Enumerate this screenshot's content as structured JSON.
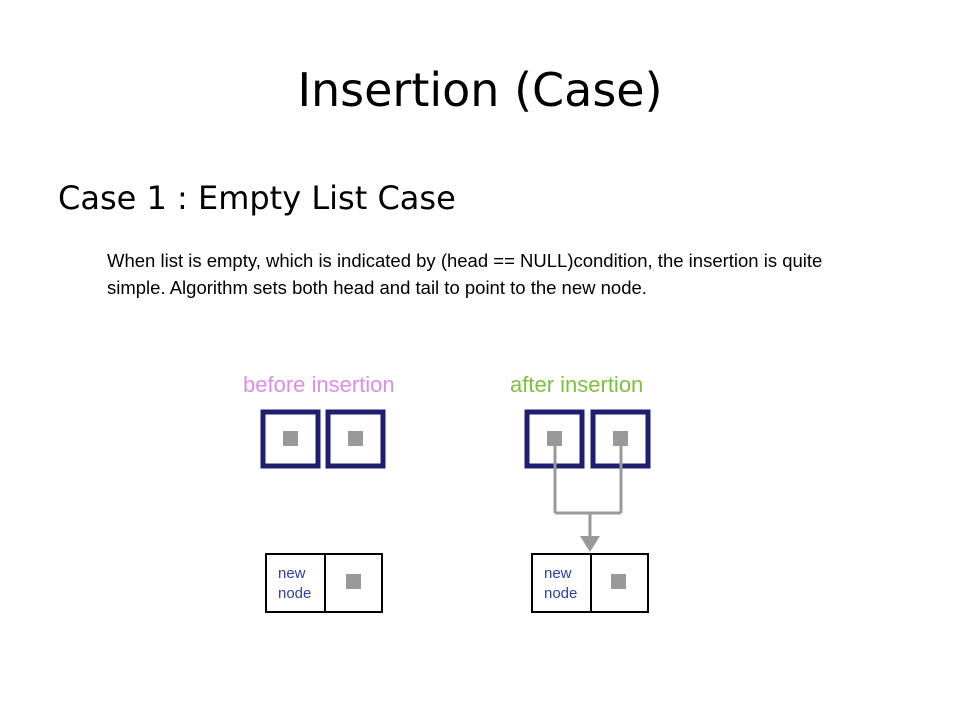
{
  "slide": {
    "title": "Insertion (Case)",
    "subheading": "Case 1 : Empty List Case",
    "description": "When list is empty, which is indicated by (head == NULL)condition, the insertion is quite simple. Algorithm sets both head and tail to point to the new node."
  },
  "diagram": {
    "before_label": "before insertion",
    "after_label": "after insertion",
    "new_node_line1": "new",
    "new_node_line2": "node",
    "colors": {
      "before_label": "#d98fe3",
      "after_label": "#7fbf3f",
      "pointer_box": "#1f1f72",
      "pointer_dot": "#999999",
      "arrow": "#999999",
      "new_node_text": "#2c3ea8"
    }
  }
}
